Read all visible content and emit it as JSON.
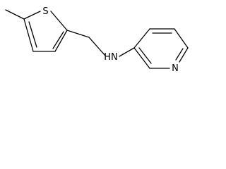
{
  "molecule": {
    "atoms": [
      {
        "id": "S",
        "label": "S"
      },
      {
        "id": "NH",
        "label": "HN"
      },
      {
        "id": "N_ring",
        "label": "N"
      }
    ],
    "colors": {
      "bond": "#000000",
      "label": "#000000",
      "background": "#ffffff"
    }
  }
}
